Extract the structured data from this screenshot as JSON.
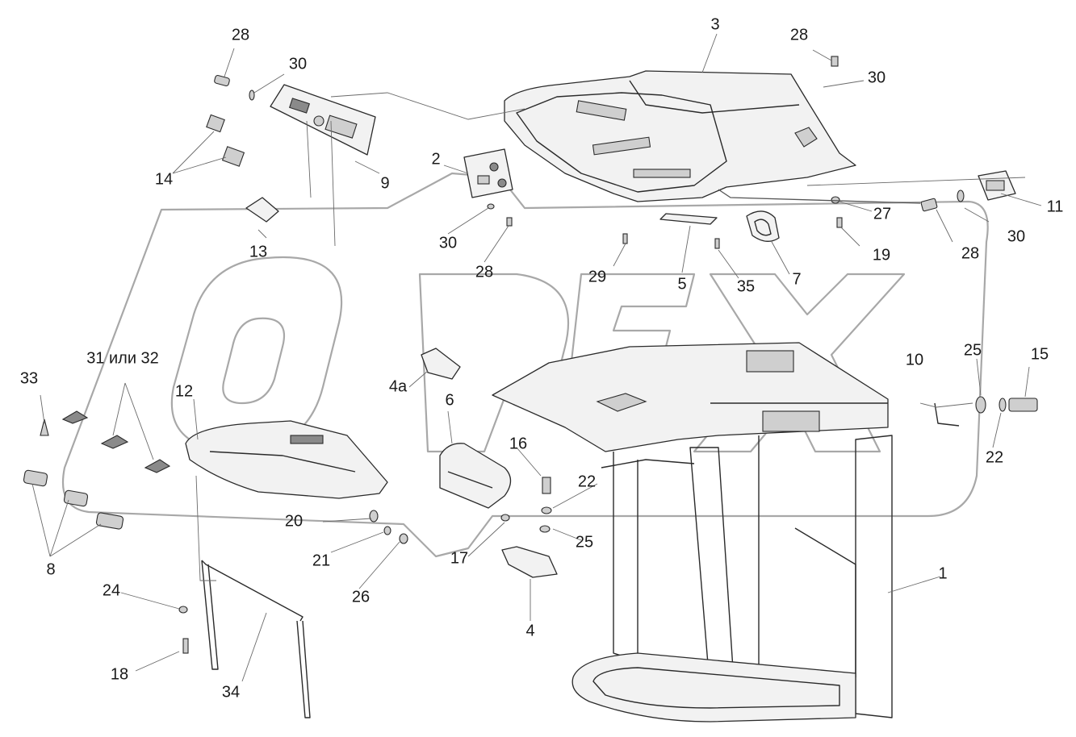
{
  "labels": {
    "l1": "1",
    "l2": "2",
    "l3": "3",
    "l4": "4",
    "l4a": "4а",
    "l5": "5",
    "l6": "6",
    "l7": "7",
    "l8": "8",
    "l9": "9",
    "l10": "10",
    "l11": "11",
    "l12": "12",
    "l13": "13",
    "l14": "14",
    "l15": "15",
    "l16": "16",
    "l17": "17",
    "l18": "18",
    "l19": "19",
    "l20": "20",
    "l21": "21",
    "l22a": "22",
    "l22b": "22",
    "l24": "24",
    "l25a": "25",
    "l25b": "25",
    "l26": "26",
    "l27": "27",
    "l28a": "28",
    "l28b": "28",
    "l28c": "28",
    "l28d": "28",
    "l29": "29",
    "l30a": "30",
    "l30b": "30",
    "l30c": "30",
    "l30d": "30",
    "l3132": "31 или 32",
    "l33": "33",
    "l34": "34",
    "l35": "35"
  },
  "watermark": "OPEX",
  "colors": {
    "line": "#2a2a2a",
    "leader": "#6a6a6a",
    "watermark": "#a8a8a8",
    "part_fill": "#f2f2f2"
  }
}
